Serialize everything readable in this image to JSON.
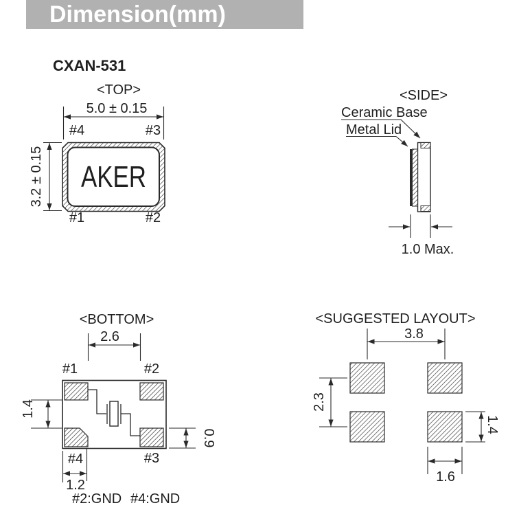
{
  "header": {
    "title": "Dimension(mm)"
  },
  "part_number": "CXAN-531",
  "colors": {
    "header_bg": "#b1b1b1",
    "header_text": "#ffffff",
    "line": "#2a2a2a"
  },
  "views": {
    "top": {
      "label": "<TOP>",
      "width_dim": "5.0 ± 0.15",
      "height_dim": "3.2 ± 0.15",
      "marking": "AKER",
      "pins": {
        "tl": "#4",
        "tr": "#3",
        "bl": "#1",
        "br": "#2"
      }
    },
    "side": {
      "label": "<SIDE>",
      "callout_base": "Ceramic Base",
      "callout_lid": "Metal Lid",
      "thickness_dim": "1.0 Max."
    },
    "bottom": {
      "label": "<BOTTOM>",
      "pins": {
        "tl": "#1",
        "tr": "#2",
        "bl": "#4",
        "br": "#3"
      },
      "inner_gap_dim": "2.6",
      "pad_gap_dim": "1.4",
      "pad_height_dim": "0.9",
      "pad_width_dim": "1.2",
      "gnd_notes": [
        "#2:GND",
        "#4:GND"
      ]
    },
    "layout": {
      "label": "<SUGGESTED LAYOUT>",
      "pitch_x_dim": "3.8",
      "pitch_y_dim": "2.3",
      "pad_height_dim": "1.4",
      "pad_width_dim": "1.6"
    }
  }
}
